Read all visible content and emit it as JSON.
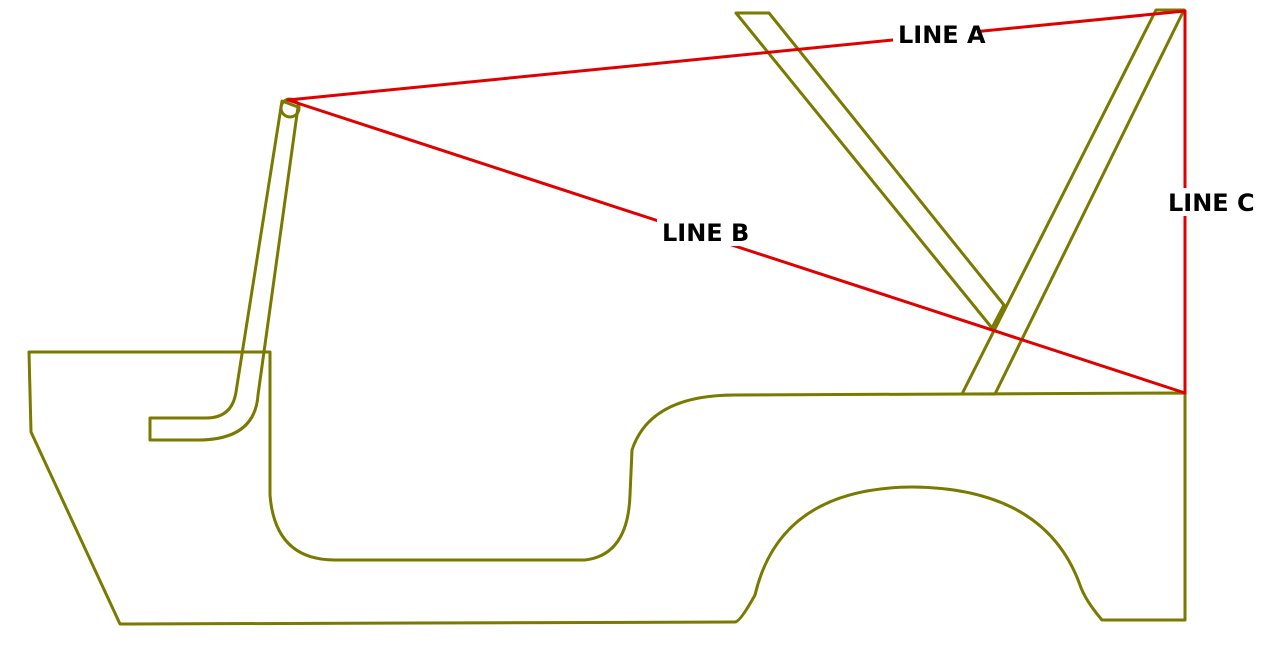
{
  "colors": {
    "body_outline": "#7a7a00",
    "measure_lines": "#e00000",
    "background": "#ffffff",
    "label_text": "#000000"
  },
  "labels": {
    "line_a": "LINE A",
    "line_b": "LINE B",
    "line_c": "LINE C"
  }
}
